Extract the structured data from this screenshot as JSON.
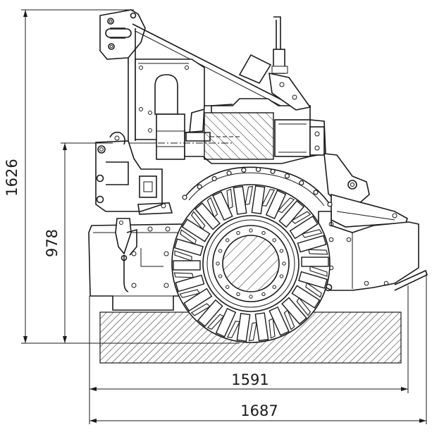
{
  "dimensions": {
    "overall_height": "1626",
    "axis_height": "978",
    "inner_width": "1591",
    "overall_width": "1687"
  },
  "colors": {
    "line": "#1a1a1a",
    "hatch": "#555555",
    "background": "#ffffff"
  }
}
